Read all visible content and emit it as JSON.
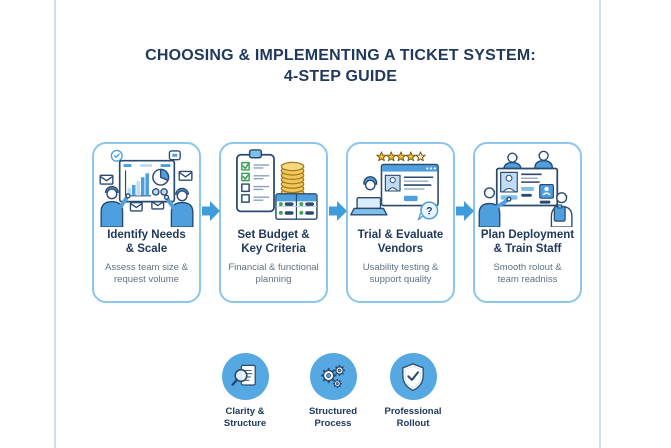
{
  "page": {
    "title_line1": "CHOOSING & IMPLEMENTING A TICKET SYSTEM:",
    "title_line2": "4-STEP GUIDE"
  },
  "steps": [
    {
      "title_line1": "Identify Needs",
      "title_line2": "& Scale",
      "subtitle_line1": "Assess team size &",
      "subtitle_line2": "request volume",
      "illustration": "team-analytics-illustration"
    },
    {
      "title_line1": "Set Budget &",
      "title_line2": "Key Criteria",
      "subtitle_line1": "Financial & functional",
      "subtitle_line2": "planning",
      "illustration": "checklist-budget-illustration"
    },
    {
      "title_line1": "Trial & Evaluate",
      "title_line2": "Vendors",
      "subtitle_line1": "Usability testing &",
      "subtitle_line2": "support quality",
      "illustration": "vendor-review-illustration",
      "rating_stars": 5,
      "bubble_text": "?"
    },
    {
      "title_line1": "Plan Deployment",
      "title_line2": "& Train Staff",
      "subtitle_line1": "Smooth rolout &",
      "subtitle_line2": "team readniss",
      "illustration": "team-deployment-illustration"
    }
  ],
  "badges": [
    {
      "label_line1": "Clarity &",
      "label_line2": "Structure",
      "icon": "magnifier-document-icon"
    },
    {
      "label_line1": "Structured",
      "label_line2": "Process",
      "icon": "gears-icon"
    },
    {
      "label_line1": "Professional",
      "label_line2": "Rollout",
      "icon": "shield-check-icon"
    }
  ],
  "colors": {
    "title_navy": "#21395c",
    "accent_blue": "#4d9fdd",
    "light_blue": "#bedcf3",
    "card_border": "#8cc6ea",
    "badge_circle": "#55a8e2",
    "subtitle_gray": "#5f7184",
    "coin_gold": "#f0c75a",
    "star_gold": "#f2c23c",
    "check_green": "#3fa254",
    "arrow_blue": "#3f9cdb"
  }
}
